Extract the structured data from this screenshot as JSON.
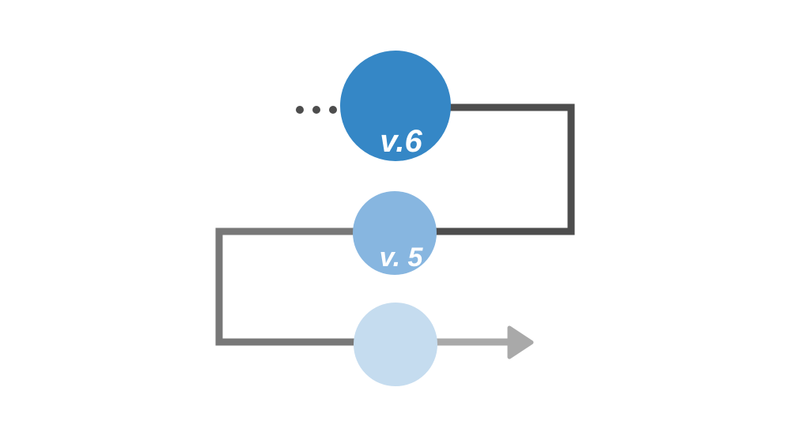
{
  "diagram": {
    "background": "#ffffff",
    "label_color": "#ffffff",
    "ellipsis_dots_color": "#4d4d4d",
    "nodes": [
      {
        "id": "v6",
        "label": "v.6",
        "color": "#3587c6"
      },
      {
        "id": "v5",
        "label": "v. 5",
        "color": "#87b6e0"
      },
      {
        "id": "v4",
        "label": "",
        "color": "#c5dcef"
      }
    ],
    "connector_colors": {
      "v6_to_v5": "#4d4d4d",
      "v5_to_v4": "#787878",
      "outgoing_arrow": "#a9a9a9"
    }
  }
}
